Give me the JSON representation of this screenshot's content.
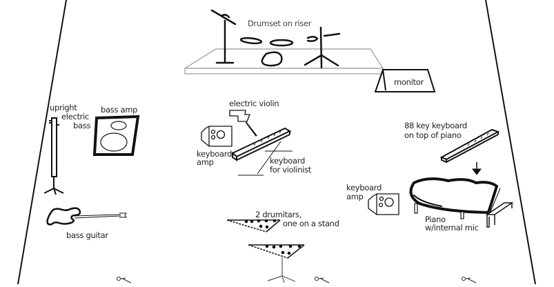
{
  "diagram": {
    "type": "stage-plot",
    "colors": {
      "background": "#ffffff",
      "ink": "#111111",
      "riser": "#888888"
    },
    "labels": {
      "drumset": "Drumset on riser",
      "monitor": "monitor",
      "upright_bass": [
        "upright",
        "electric",
        "bass"
      ],
      "bass_amp": "bass amp",
      "electric_violin": "electric violin",
      "keyboard_amp_left": [
        "keyboard",
        "amp"
      ],
      "keyboard_for_violinist": [
        "keyboard",
        "for violinist"
      ],
      "keyboard_88": [
        "88 key keyboard",
        "on top of piano"
      ],
      "keyboard_amp_right": [
        "keyboard",
        "amp"
      ],
      "piano": [
        "Piano",
        "w/internal mic"
      ],
      "bass_guitar": "bass guitar",
      "drumitars": [
        "2 drumitars,",
        "one on a stand"
      ]
    },
    "mic_count": 4
  }
}
